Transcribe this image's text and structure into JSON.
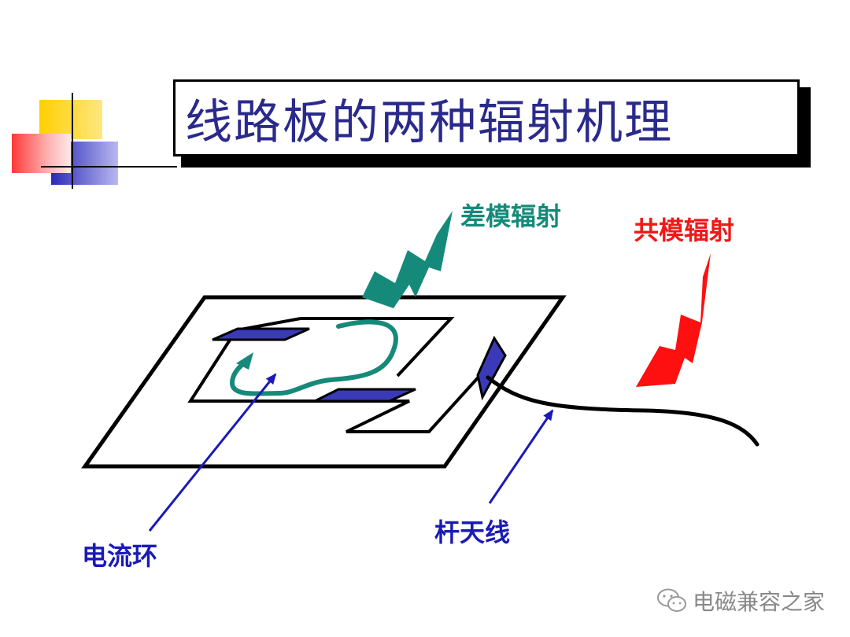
{
  "title": "线路板的两种辐射机理",
  "labels": {
    "differential_mode": "差模辐射",
    "common_mode": "共模辐射",
    "current_loop": "电流环",
    "rod_antenna": "杆天线"
  },
  "watermark": {
    "text": "电磁兼容之家",
    "icon": "wechat-icon"
  },
  "colors": {
    "title_text": "#2a2a8c",
    "differential_mode": "#168a7a",
    "common_mode": "#f01818",
    "pointer_blue": "#1a1ab8",
    "trace_pad": "#3a3ab8",
    "current_loop": "#168a7a",
    "deco_yellow": "#ffd000",
    "deco_blue": "#3a3ad0",
    "deco_red": "#ff5a5a"
  }
}
